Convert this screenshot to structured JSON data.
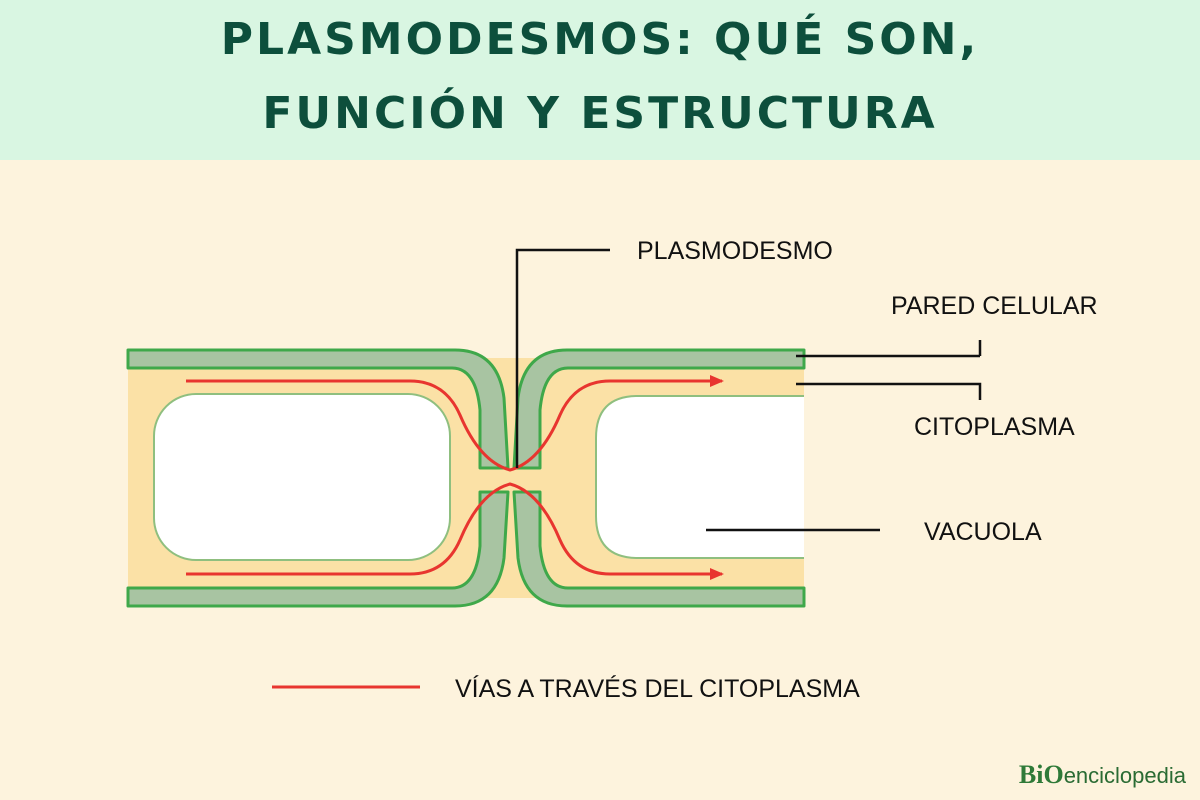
{
  "title": {
    "line1": "PLASMODESMOS: QUÉ SON,",
    "line2": "FUNCIÓN Y ESTRUCTURA"
  },
  "labels": {
    "plasmodesmo": "PLASMODESMO",
    "pared_celular": "PARED CELULAR",
    "citoplasma": "CITOPLASMA",
    "vacuola": "VACUOLA"
  },
  "legend": {
    "pathway": "VÍAS A TRAVÉS DEL CITOPLASMA"
  },
  "brand": {
    "mark": "BiO",
    "name": "enciclopedia"
  },
  "colors": {
    "header_bg": "#d9f6e2",
    "title": "#0d4f3c",
    "background": "#fdf3dd",
    "cell_wall_fill": "#a8c4a2",
    "cell_wall_stroke": "#3fa84a",
    "cytoplasm": "#fbe1a6",
    "vacuole": "#ffffff",
    "pathway": "#e8352f"
  }
}
